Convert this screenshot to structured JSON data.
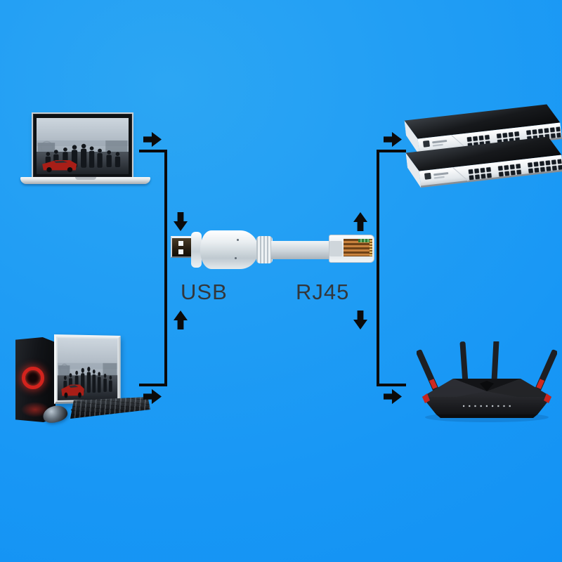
{
  "diagram": {
    "kind": "connection-diagram",
    "labels": {
      "usb": "USB",
      "rj45": "RJ45"
    },
    "devices": {
      "top_left": "laptop",
      "bottom_left": "desktop-computer",
      "top_right": "ethernet-switch-stack-x2",
      "bottom_right": "wireless-router-4-antennas",
      "center": "usb-to-rj45-console-cable"
    },
    "connections": [
      {
        "from": "laptop",
        "to": "usb-end",
        "via": "arrow-right"
      },
      {
        "from": "desktop-computer",
        "to": "usb-end",
        "via": "arrow-right"
      },
      {
        "from": "rj45-end",
        "to": "ethernet-switch-stack",
        "via": "arrow-right"
      },
      {
        "from": "rj45-end",
        "to": "wireless-router",
        "via": "arrow-right"
      }
    ],
    "colors": {
      "background_light": "#2ca6f3",
      "background_deep": "#0e8ef3",
      "arrow_black": "#0b0b0b",
      "label_text": "#33373b",
      "cable_gray": "#ccd4da",
      "usb_contact_white": "#f2f6f8",
      "rj45_copper": "#c8823e",
      "router_red_accent": "#cf2a22",
      "tower_ring_red": "#d3231d",
      "switch_port_dark": "#141a21"
    }
  }
}
